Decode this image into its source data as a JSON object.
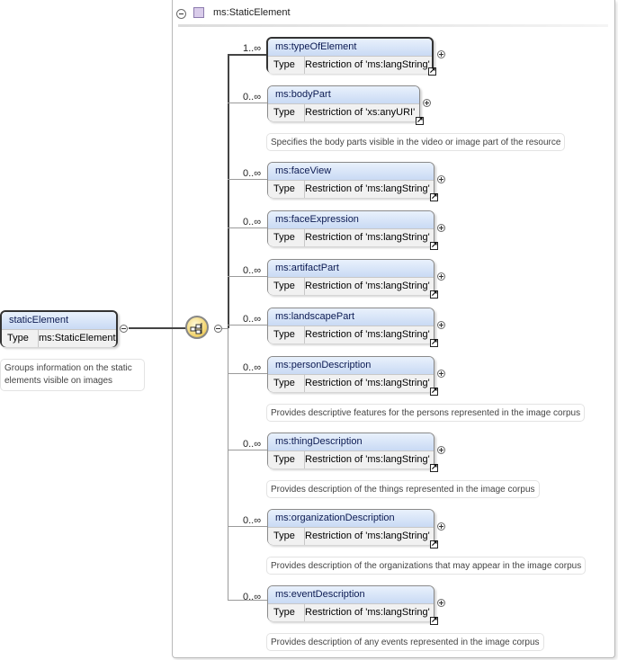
{
  "type_frame": {
    "name": "ms:StaticElement"
  },
  "root": {
    "name": "staticElement",
    "type_key": "Type",
    "type_value": "ms:StaticElement",
    "doc": "Groups information on the static elements visible on images"
  },
  "children": [
    {
      "occurs": "1..∞",
      "name": "ms:typeOfElement",
      "type_key": "Type",
      "type_value": "Restriction of 'ms:langString'",
      "doc": ""
    },
    {
      "occurs": "0..∞",
      "name": "ms:bodyPart",
      "type_key": "Type",
      "type_value": "Restriction of 'xs:anyURI'",
      "doc": "Specifies the body parts visible in the video or image part of the resource"
    },
    {
      "occurs": "0..∞",
      "name": "ms:faceView",
      "type_key": "Type",
      "type_value": "Restriction of 'ms:langString'",
      "doc": ""
    },
    {
      "occurs": "0..∞",
      "name": "ms:faceExpression",
      "type_key": "Type",
      "type_value": "Restriction of 'ms:langString'",
      "doc": ""
    },
    {
      "occurs": "0..∞",
      "name": "ms:artifactPart",
      "type_key": "Type",
      "type_value": "Restriction of 'ms:langString'",
      "doc": ""
    },
    {
      "occurs": "0..∞",
      "name": "ms:landscapePart",
      "type_key": "Type",
      "type_value": "Restriction of 'ms:langString'",
      "doc": ""
    },
    {
      "occurs": "0..∞",
      "name": "ms:personDescription",
      "type_key": "Type",
      "type_value": "Restriction of 'ms:langString'",
      "doc": "Provides descriptive features for the persons represented in the image corpus"
    },
    {
      "occurs": "0..∞",
      "name": "ms:thingDescription",
      "type_key": "Type",
      "type_value": "Restriction of 'ms:langString'",
      "doc": "Provides description of the things represented in the image corpus"
    },
    {
      "occurs": "0..∞",
      "name": "ms:organizationDescription",
      "type_key": "Type",
      "type_value": "Restriction of 'ms:langString'",
      "doc": "Provides description of the organizations that may appear in the image corpus"
    },
    {
      "occurs": "0..∞",
      "name": "ms:eventDescription",
      "type_key": "Type",
      "type_value": "Restriction of 'ms:langString'",
      "doc": "Provides description of any events represented in the image corpus"
    }
  ],
  "icons": {
    "collapse": "minus-circle-icon",
    "expand": "plus-circle-icon",
    "type_link": "arrow-link-icon",
    "compositor": "sequence-compositor-icon",
    "type_swatch": "complex-type-icon"
  },
  "colors": {
    "header_gradient_top": "#e9f1fc",
    "header_gradient_bottom": "#c9daf4",
    "header_text": "#0b1a52",
    "type_swatch": "#d9ccea",
    "compositor": "#f2d46e"
  }
}
